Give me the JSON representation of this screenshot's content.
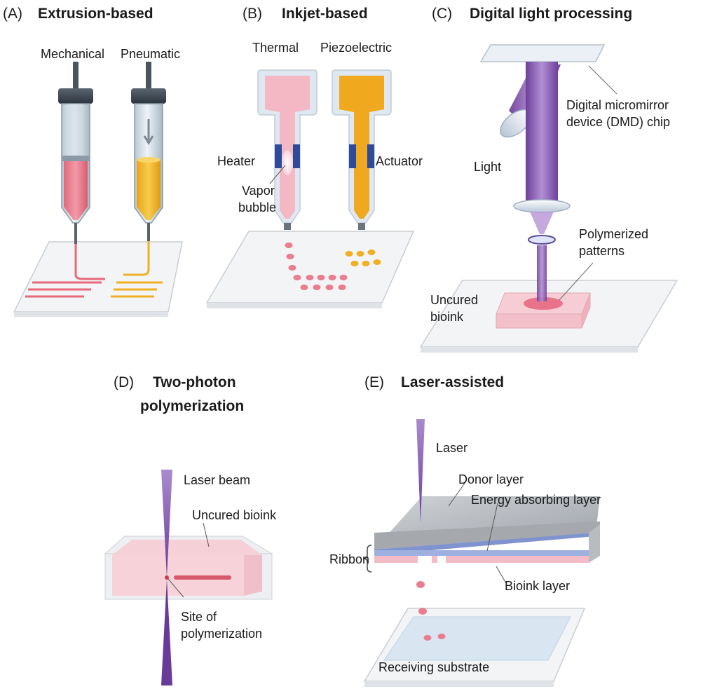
{
  "panels": {
    "a": {
      "letter": "(A)",
      "title": "Extrusion-based",
      "labels": {
        "mechanical": "Mechanical",
        "pneumatic": "Pneumatic"
      }
    },
    "b": {
      "letter": "(B)",
      "title": "Inkjet-based",
      "labels": {
        "thermal": "Thermal",
        "piezoelectric": "Piezoelectric",
        "heater": "Heater",
        "vapor_1": "Vapor",
        "vapor_2": "bubble",
        "actuator": "Actuator"
      }
    },
    "c": {
      "letter": "(C)",
      "title": "Digital light processing",
      "labels": {
        "dmd_1": "Digital micromirror",
        "dmd_2": "device (DMD) chip",
        "light": "Light",
        "poly_1": "Polymerized",
        "poly_2": "patterns",
        "uncured_1": "Uncured",
        "uncured_2": "bioink"
      }
    },
    "d": {
      "letter": "(D)",
      "title_1": "Two-photon",
      "title_2": "polymerization",
      "labels": {
        "laser_beam": "Laser beam",
        "uncured_bioink": "Uncured bioink",
        "site_1": "Site of",
        "site_2": "polymerization"
      }
    },
    "e": {
      "letter": "(E)",
      "title": "Laser-assisted",
      "labels": {
        "laser": "Laser",
        "donor": "Donor layer",
        "energy": "Energy absorbing layer",
        "ribbon": "Ribbon",
        "bioink": "Bioink layer",
        "receiving": "Receiving substrate"
      }
    }
  },
  "colors": {
    "pink": "#f4b8c0",
    "pink_bright": "#e86a7e",
    "yellow": "#f2b31f",
    "purple": "#7b4ba6",
    "grey_cap": "#3c4651",
    "blue_band": "#2e4a9a"
  }
}
